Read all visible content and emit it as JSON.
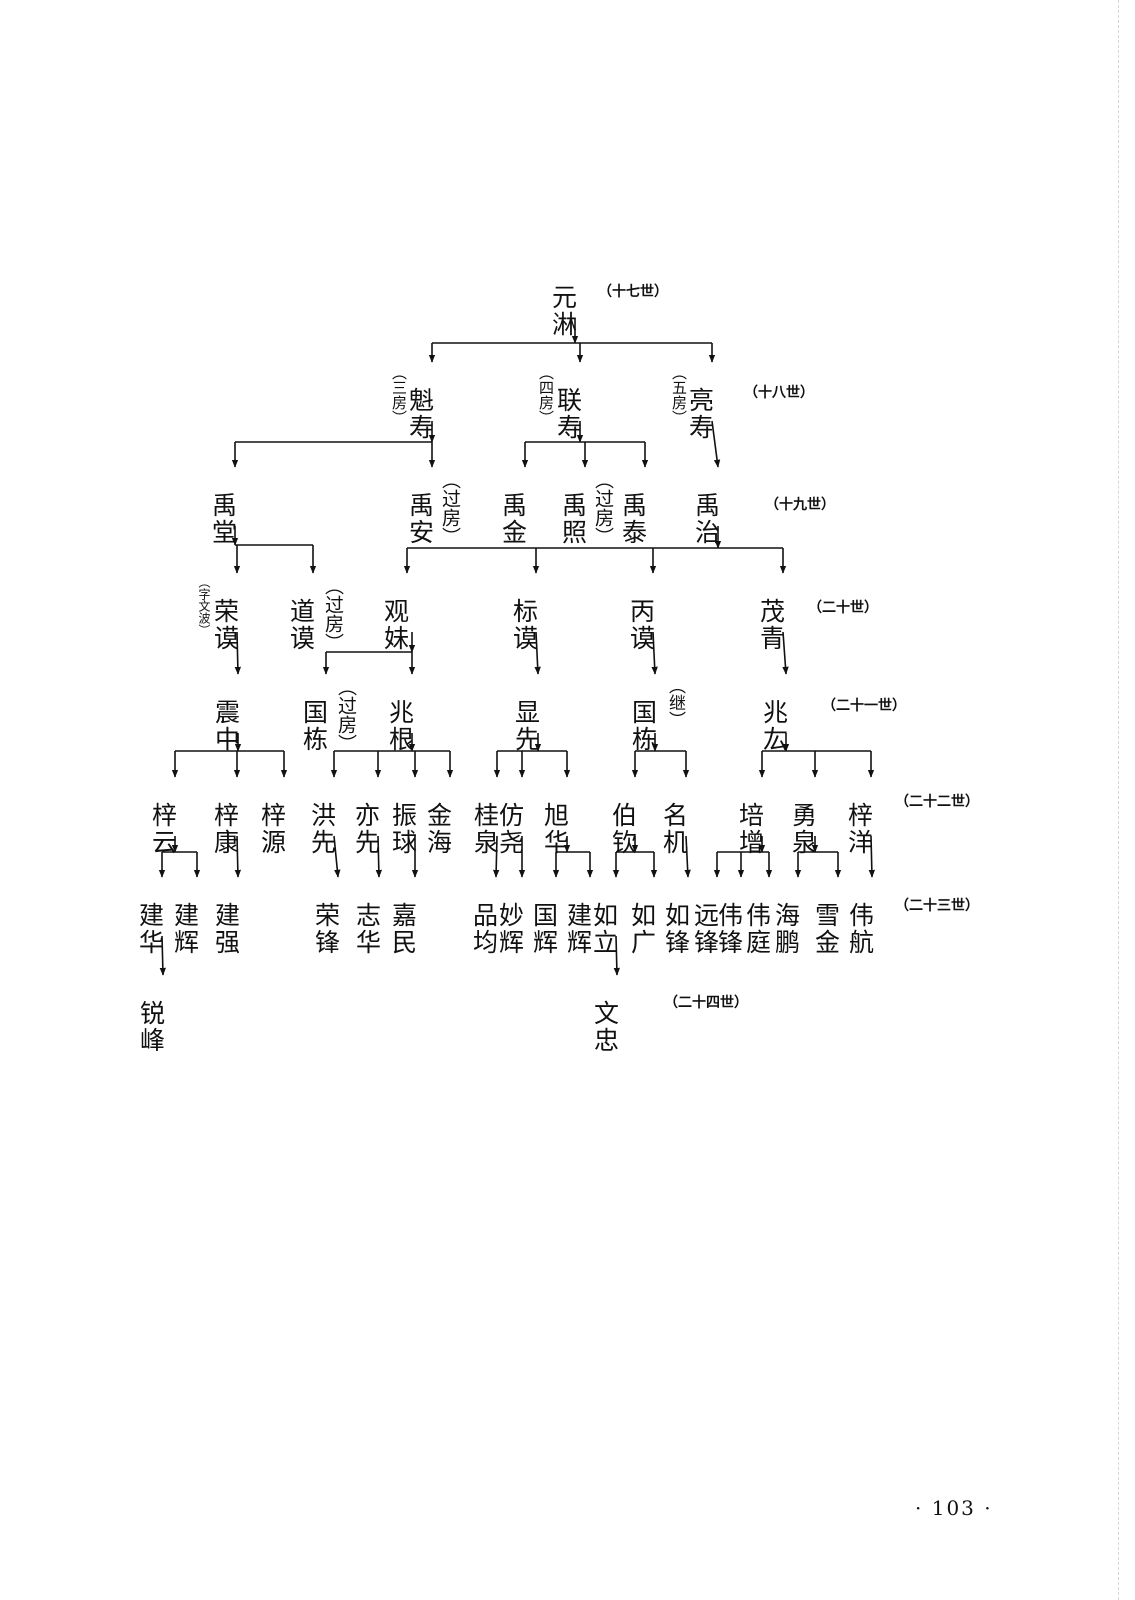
{
  "page_number": "· 103 ·",
  "generations": [
    {
      "id": "g17",
      "label": "（十七世）"
    },
    {
      "id": "g18",
      "label": "（十八世）"
    },
    {
      "id": "g19",
      "label": "（十九世）"
    },
    {
      "id": "g20",
      "label": "（二十世）"
    },
    {
      "id": "g21",
      "label": "（二十一世）"
    },
    {
      "id": "g22",
      "label": "（二十二世）"
    },
    {
      "id": "g23",
      "label": "（二十三世）"
    },
    {
      "id": "g24",
      "label": "（二十四世）"
    }
  ],
  "people": [
    {
      "id": "yuanlin",
      "name": "元淋"
    },
    {
      "id": "kuishou",
      "name": "魁寿",
      "note": "（三房）"
    },
    {
      "id": "lianshou",
      "name": "联寿",
      "note": "（四房）"
    },
    {
      "id": "liangshou",
      "name": "亮寿",
      "note": "（五房）"
    },
    {
      "id": "yutang",
      "name": "禹堂"
    },
    {
      "id": "yuan",
      "name": "禹安",
      "note": "（过房）"
    },
    {
      "id": "yujin",
      "name": "禹金"
    },
    {
      "id": "yuzhao",
      "name": "禹照",
      "note": "（过房）"
    },
    {
      "id": "yutai",
      "name": "禹泰"
    },
    {
      "id": "yuzhi",
      "name": "禹治"
    },
    {
      "id": "rongmo",
      "name": "荣谟",
      "note": "（字文波）"
    },
    {
      "id": "daomo",
      "name": "道谟",
      "note": "（过房）"
    },
    {
      "id": "guanmei",
      "name": "观妹"
    },
    {
      "id": "biaomo",
      "name": "标谟"
    },
    {
      "id": "bingmo",
      "name": "丙谟"
    },
    {
      "id": "maoqing",
      "name": "茂青"
    },
    {
      "id": "zhenzhong",
      "name": "震中"
    },
    {
      "id": "guodong1",
      "name": "国栋",
      "note": "（过房）"
    },
    {
      "id": "zhaogen",
      "name": "兆根"
    },
    {
      "id": "xianxian",
      "name": "显先"
    },
    {
      "id": "guodong2",
      "name": "国栋",
      "note": "（继）"
    },
    {
      "id": "zhaohong",
      "name": "兆厷"
    },
    {
      "id": "ziyun",
      "name": "梓云"
    },
    {
      "id": "zikang",
      "name": "梓康"
    },
    {
      "id": "ziyuan",
      "name": "梓源"
    },
    {
      "id": "hongxian",
      "name": "洪先"
    },
    {
      "id": "yixian",
      "name": "亦先"
    },
    {
      "id": "zhenqiu",
      "name": "振球"
    },
    {
      "id": "jinhai",
      "name": "金海"
    },
    {
      "id": "guiquan",
      "name": "桂泉"
    },
    {
      "id": "fangyao",
      "name": "仿尧"
    },
    {
      "id": "xuhua",
      "name": "旭华"
    },
    {
      "id": "boqin",
      "name": "伯钦"
    },
    {
      "id": "mingji",
      "name": "名机"
    },
    {
      "id": "peizeng",
      "name": "培增"
    },
    {
      "id": "yongquan",
      "name": "勇泉"
    },
    {
      "id": "ziyang",
      "name": "梓洋"
    },
    {
      "id": "jianhua",
      "name": "建华"
    },
    {
      "id": "jianhui1",
      "name": "建辉"
    },
    {
      "id": "jianqiang",
      "name": "建强"
    },
    {
      "id": "rongfeng",
      "name": "荣锋"
    },
    {
      "id": "zhihua",
      "name": "志华"
    },
    {
      "id": "jiamin",
      "name": "嘉民"
    },
    {
      "id": "pinjun",
      "name": "品均"
    },
    {
      "id": "miaohui",
      "name": "妙辉"
    },
    {
      "id": "guohui",
      "name": "国辉"
    },
    {
      "id": "jianhui2",
      "name": "建辉"
    },
    {
      "id": "ruli",
      "name": "如立"
    },
    {
      "id": "ruguang",
      "name": "如广"
    },
    {
      "id": "rufeng",
      "name": "如锋"
    },
    {
      "id": "yuanfeng",
      "name": "远锋"
    },
    {
      "id": "weifeng",
      "name": "伟锋"
    },
    {
      "id": "weiting",
      "name": "伟庭"
    },
    {
      "id": "haipeng",
      "name": "海鹏"
    },
    {
      "id": "xuejin",
      "name": "雪金"
    },
    {
      "id": "weihang",
      "name": "伟航"
    },
    {
      "id": "ruifeng",
      "name": "锐峰"
    },
    {
      "id": "wenzhong",
      "name": "文忠"
    }
  ],
  "relations": [
    [
      "yuanlin",
      [
        "kuishou",
        "lianshou",
        "liangshou"
      ]
    ],
    [
      "kuishou",
      [
        "yutang",
        "yuan"
      ]
    ],
    [
      "lianshou",
      [
        "yujin",
        "yuzhao",
        "yutai"
      ]
    ],
    [
      "liangshou",
      [
        "yuzhi"
      ]
    ],
    [
      "yutang",
      [
        "rongmo",
        "daomo"
      ]
    ],
    [
      "yuzhi",
      [
        "guanmei",
        "biaomo",
        "bingmo",
        "maoqing"
      ]
    ],
    [
      "rongmo",
      [
        "zhenzhong"
      ]
    ],
    [
      "guanmei",
      [
        "guodong1",
        "zhaogen"
      ]
    ],
    [
      "biaomo",
      [
        "xianxian"
      ]
    ],
    [
      "bingmo",
      [
        "guodong2"
      ]
    ],
    [
      "maoqing",
      [
        "zhaohong"
      ]
    ],
    [
      "zhenzhong",
      [
        "ziyun",
        "zikang",
        "ziyuan"
      ]
    ],
    [
      "zhaogen",
      [
        "hongxian",
        "yixian",
        "zhenqiu",
        "jinhai"
      ]
    ],
    [
      "xianxian",
      [
        "guiquan",
        "fangyao",
        "xuhua"
      ]
    ],
    [
      "guodong2",
      [
        "boqin",
        "mingji"
      ]
    ],
    [
      "zhaohong",
      [
        "peizeng",
        "yongquan",
        "ziyang"
      ]
    ],
    [
      "ziyun",
      [
        "jianhua",
        "jianhui1"
      ]
    ],
    [
      "zikang",
      [
        "jianqiang"
      ]
    ],
    [
      "hongxian",
      [
        "rongfeng"
      ]
    ],
    [
      "yixian",
      [
        "zhihua"
      ]
    ],
    [
      "zhenqiu",
      [
        "jiamin"
      ]
    ],
    [
      "guiquan",
      [
        "pinjun"
      ]
    ],
    [
      "fangyao",
      [
        "miaohui"
      ]
    ],
    [
      "xuhua",
      [
        "guohui",
        "jianhui2"
      ]
    ],
    [
      "boqin",
      [
        "ruli",
        "ruguang"
      ]
    ],
    [
      "mingji",
      [
        "rufeng"
      ]
    ],
    [
      "peizeng",
      [
        "yuanfeng",
        "weifeng",
        "weiting"
      ]
    ],
    [
      "yongquan",
      [
        "haipeng",
        "xuejin"
      ]
    ],
    [
      "ziyang",
      [
        "weihang"
      ]
    ],
    [
      "jianhua",
      [
        "ruifeng"
      ]
    ],
    [
      "ruli",
      [
        "wenzhong"
      ]
    ]
  ]
}
